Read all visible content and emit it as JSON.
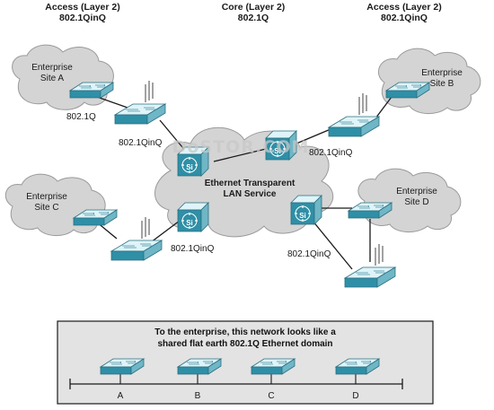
{
  "headers": {
    "access_left": "Access (Layer 2)",
    "access_left_proto": "802.1QinQ",
    "core": "Core (Layer 2)",
    "core_proto": "802.1Q",
    "access_right": "Access (Layer 2)",
    "access_right_proto": "802.1QinQ"
  },
  "watermark": "DoSTOR.COM",
  "core_cloud": {
    "line1": "Ethernet Transparent",
    "line2": "LAN Service"
  },
  "switch_glyph": "Si",
  "sites": {
    "a": {
      "line1": "Enterprise",
      "line2": "Site A"
    },
    "b": {
      "line1": "Enterprise",
      "line2": "Site B"
    },
    "c": {
      "line1": "Enterprise",
      "line2": "Site C"
    },
    "d": {
      "line1": "Enterprise",
      "line2": "Site D"
    }
  },
  "link_labels": {
    "site_a_dot1q": "802.1Q",
    "site_a_qinq": "802.1QinQ",
    "site_b_qinq": "802.1QinQ",
    "site_c_qinq": "802.1QinQ",
    "site_d_qinq": "802.1QinQ"
  },
  "summary_box": {
    "line1": "To the enterprise, this network looks like a",
    "line2": "shared flat earth 802.1Q Ethernet domain",
    "nodes": [
      "A",
      "B",
      "C",
      "D"
    ]
  },
  "colors": {
    "cloud_fill": "#d4d4d4",
    "switch_top": "#dff4f8",
    "switch_side": "#6fb6c6",
    "switch_front": "#2f8fa6",
    "summary_bg": "#e3e3e3"
  }
}
